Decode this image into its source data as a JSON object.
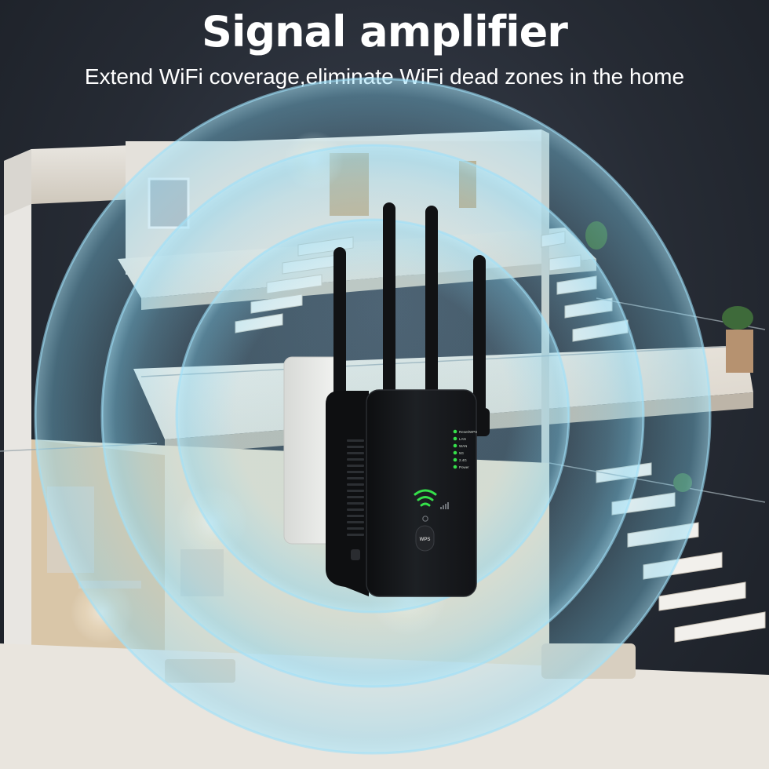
{
  "headline": "Signal amplifier",
  "subheadline": "Extend WiFi coverage,eliminate WiFi dead zones in the home",
  "device": {
    "led_indicators": [
      "Reset/WPS",
      "LAN",
      "WAN",
      "5G",
      "2.4G",
      "Power"
    ],
    "wps_button_label": "WPS",
    "colors": {
      "body": "#17191c",
      "led_green": "#35e04a",
      "wifi_icon": "#35e04a",
      "wall_plug": "#ecedeb"
    }
  },
  "colors": {
    "background": "#262b34",
    "signal_wave": "#7fd3f2",
    "text": "#ffffff"
  }
}
